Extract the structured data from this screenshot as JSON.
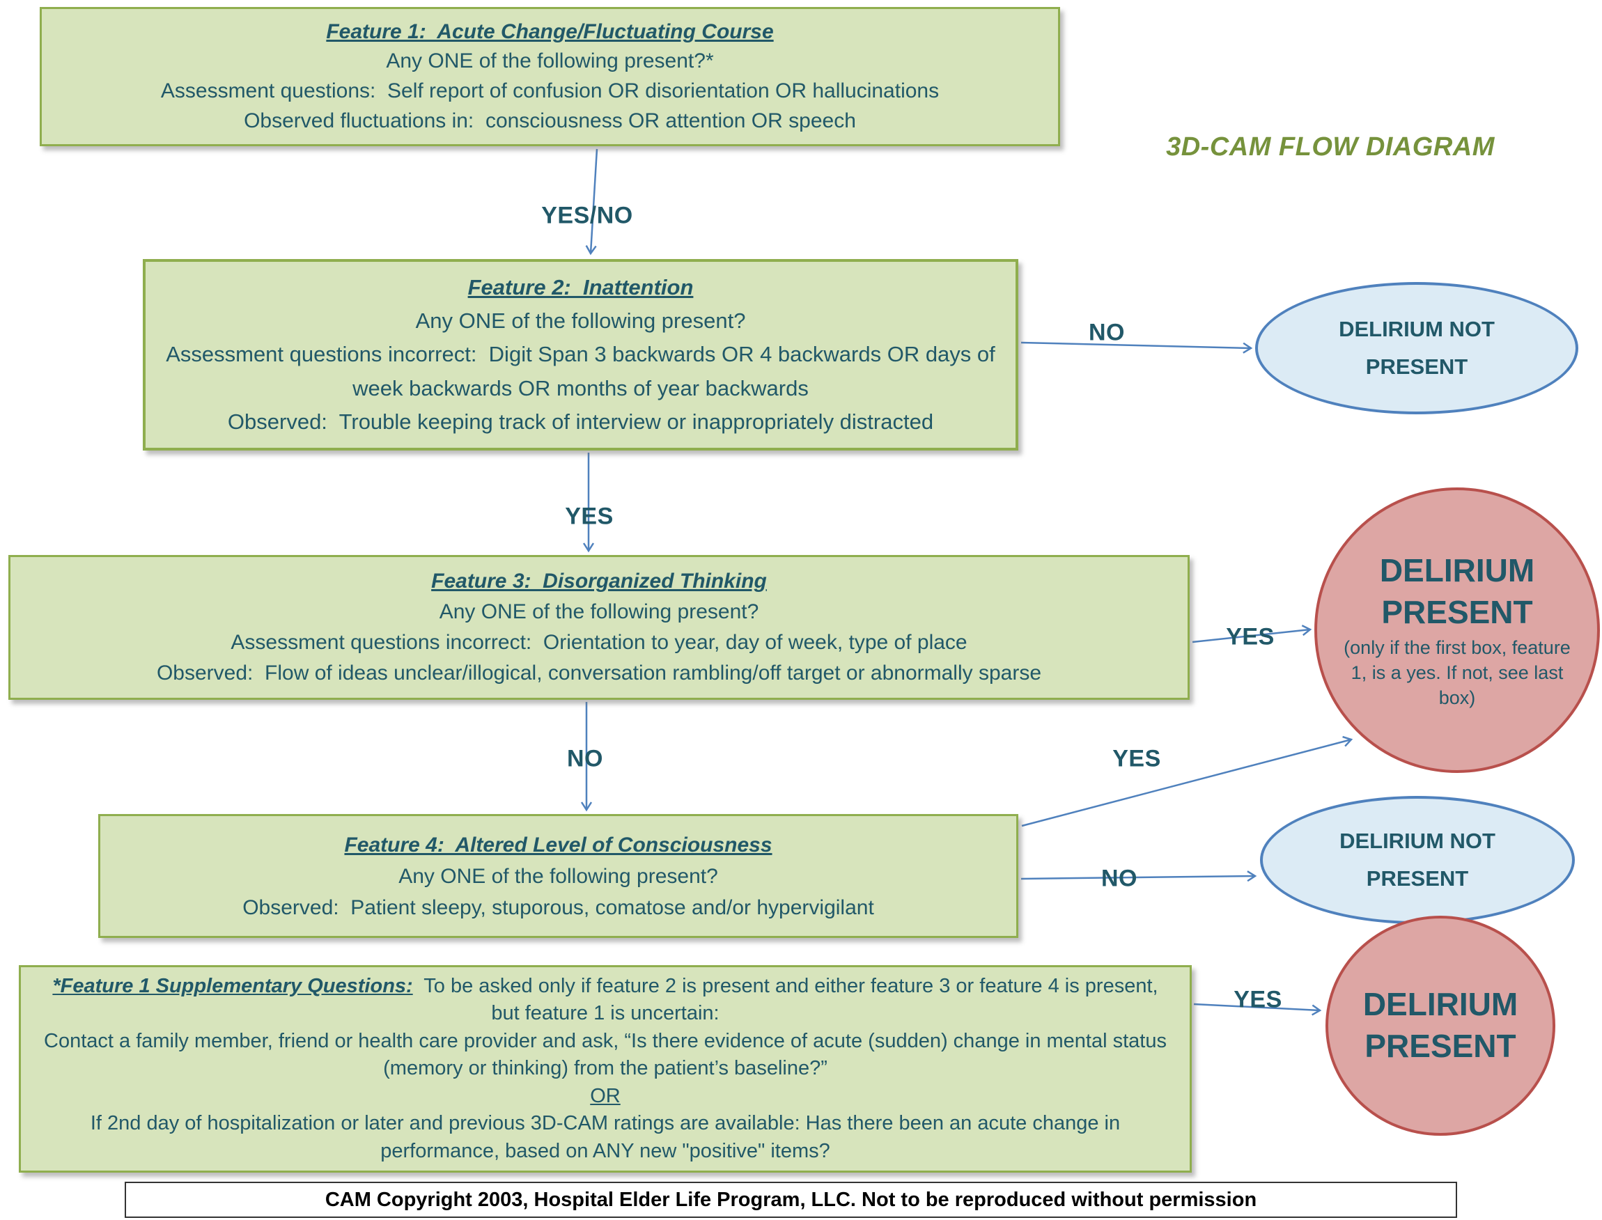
{
  "title": "3D-CAM FLOW DIAGRAM",
  "boxes": {
    "feature1": {
      "title": "Feature 1:  Acute Change/Fluctuating Course",
      "lines": [
        "Any ONE of the following present?*",
        "Assessment questions:  Self report of confusion OR disorientation OR hallucinations",
        "Observed fluctuations in:  consciousness OR attention OR speech"
      ]
    },
    "feature2": {
      "title": "Feature 2:  Inattention",
      "lines": [
        "Any ONE of the following present?",
        "Assessment questions incorrect:  Digit Span 3 backwards OR 4 backwards OR days of week backwards OR months of year backwards",
        "Observed:  Trouble keeping track of interview or inappropriately distracted"
      ]
    },
    "feature3": {
      "title": "Feature 3:  Disorganized Thinking",
      "lines": [
        "Any ONE of the following present?",
        "Assessment questions incorrect:  Orientation to year, day of week, type of place",
        "Observed:  Flow of ideas unclear/illogical, conversation rambling/off target or abnormally sparse"
      ]
    },
    "feature4": {
      "title": "Feature 4:  Altered Level of Consciousness",
      "lines": [
        "Any ONE of the following present?",
        "Observed:  Patient sleepy, stuporous, comatose and/or hypervigilant"
      ]
    },
    "supplementary": {
      "heading": "*Feature 1 Supplementary Questions:",
      "intro": "  To be asked only if feature 2 is present and either feature 3 or feature 4 is present, but feature 1 is uncertain:",
      "contact": "Contact a family member, friend or health care provider and ask, “Is there evidence of acute (sudden) change in mental status (memory or thinking) from the patient’s baseline?”",
      "or": "OR",
      "second_day": "If 2nd day of hospitalization or later and previous 3D-CAM ratings are available: Has there been an acute change in performance, based on ANY new \"positive\" items?"
    }
  },
  "labels": {
    "f1_to_f2": "YES/NO",
    "f2_no": "NO",
    "f2_yes": "YES",
    "f3_yes": "YES",
    "f3_no": "NO",
    "f4_yes": "YES",
    "f4_no": "NO",
    "supp_yes": "YES"
  },
  "terminals": {
    "delirium_not_present_top": "DELIRIUM NOT PRESENT",
    "delirium_not_present_bottom": "DELIRIUM NOT PRESENT",
    "delirium_present_main": {
      "title": "DELIRIUM PRESENT",
      "note": "(only if the first box, feature 1, is a yes. If not, see last box)"
    },
    "delirium_present_bottom": "DELIRIUM PRESENT"
  },
  "footer": "CAM Copyright 2003, Hospital Elder Life Program, LLC. Not to be reproduced without permission",
  "colors": {
    "box_fill": "#d7e4bc",
    "box_border": "#8fae4e",
    "text": "#215868",
    "arrow": "#4f81bd",
    "oval_fill": "#dcebf5",
    "oval_border": "#4f81bd",
    "circle_fill": "#dda6a4",
    "circle_border": "#b8504c",
    "title_color": "#76923c"
  }
}
